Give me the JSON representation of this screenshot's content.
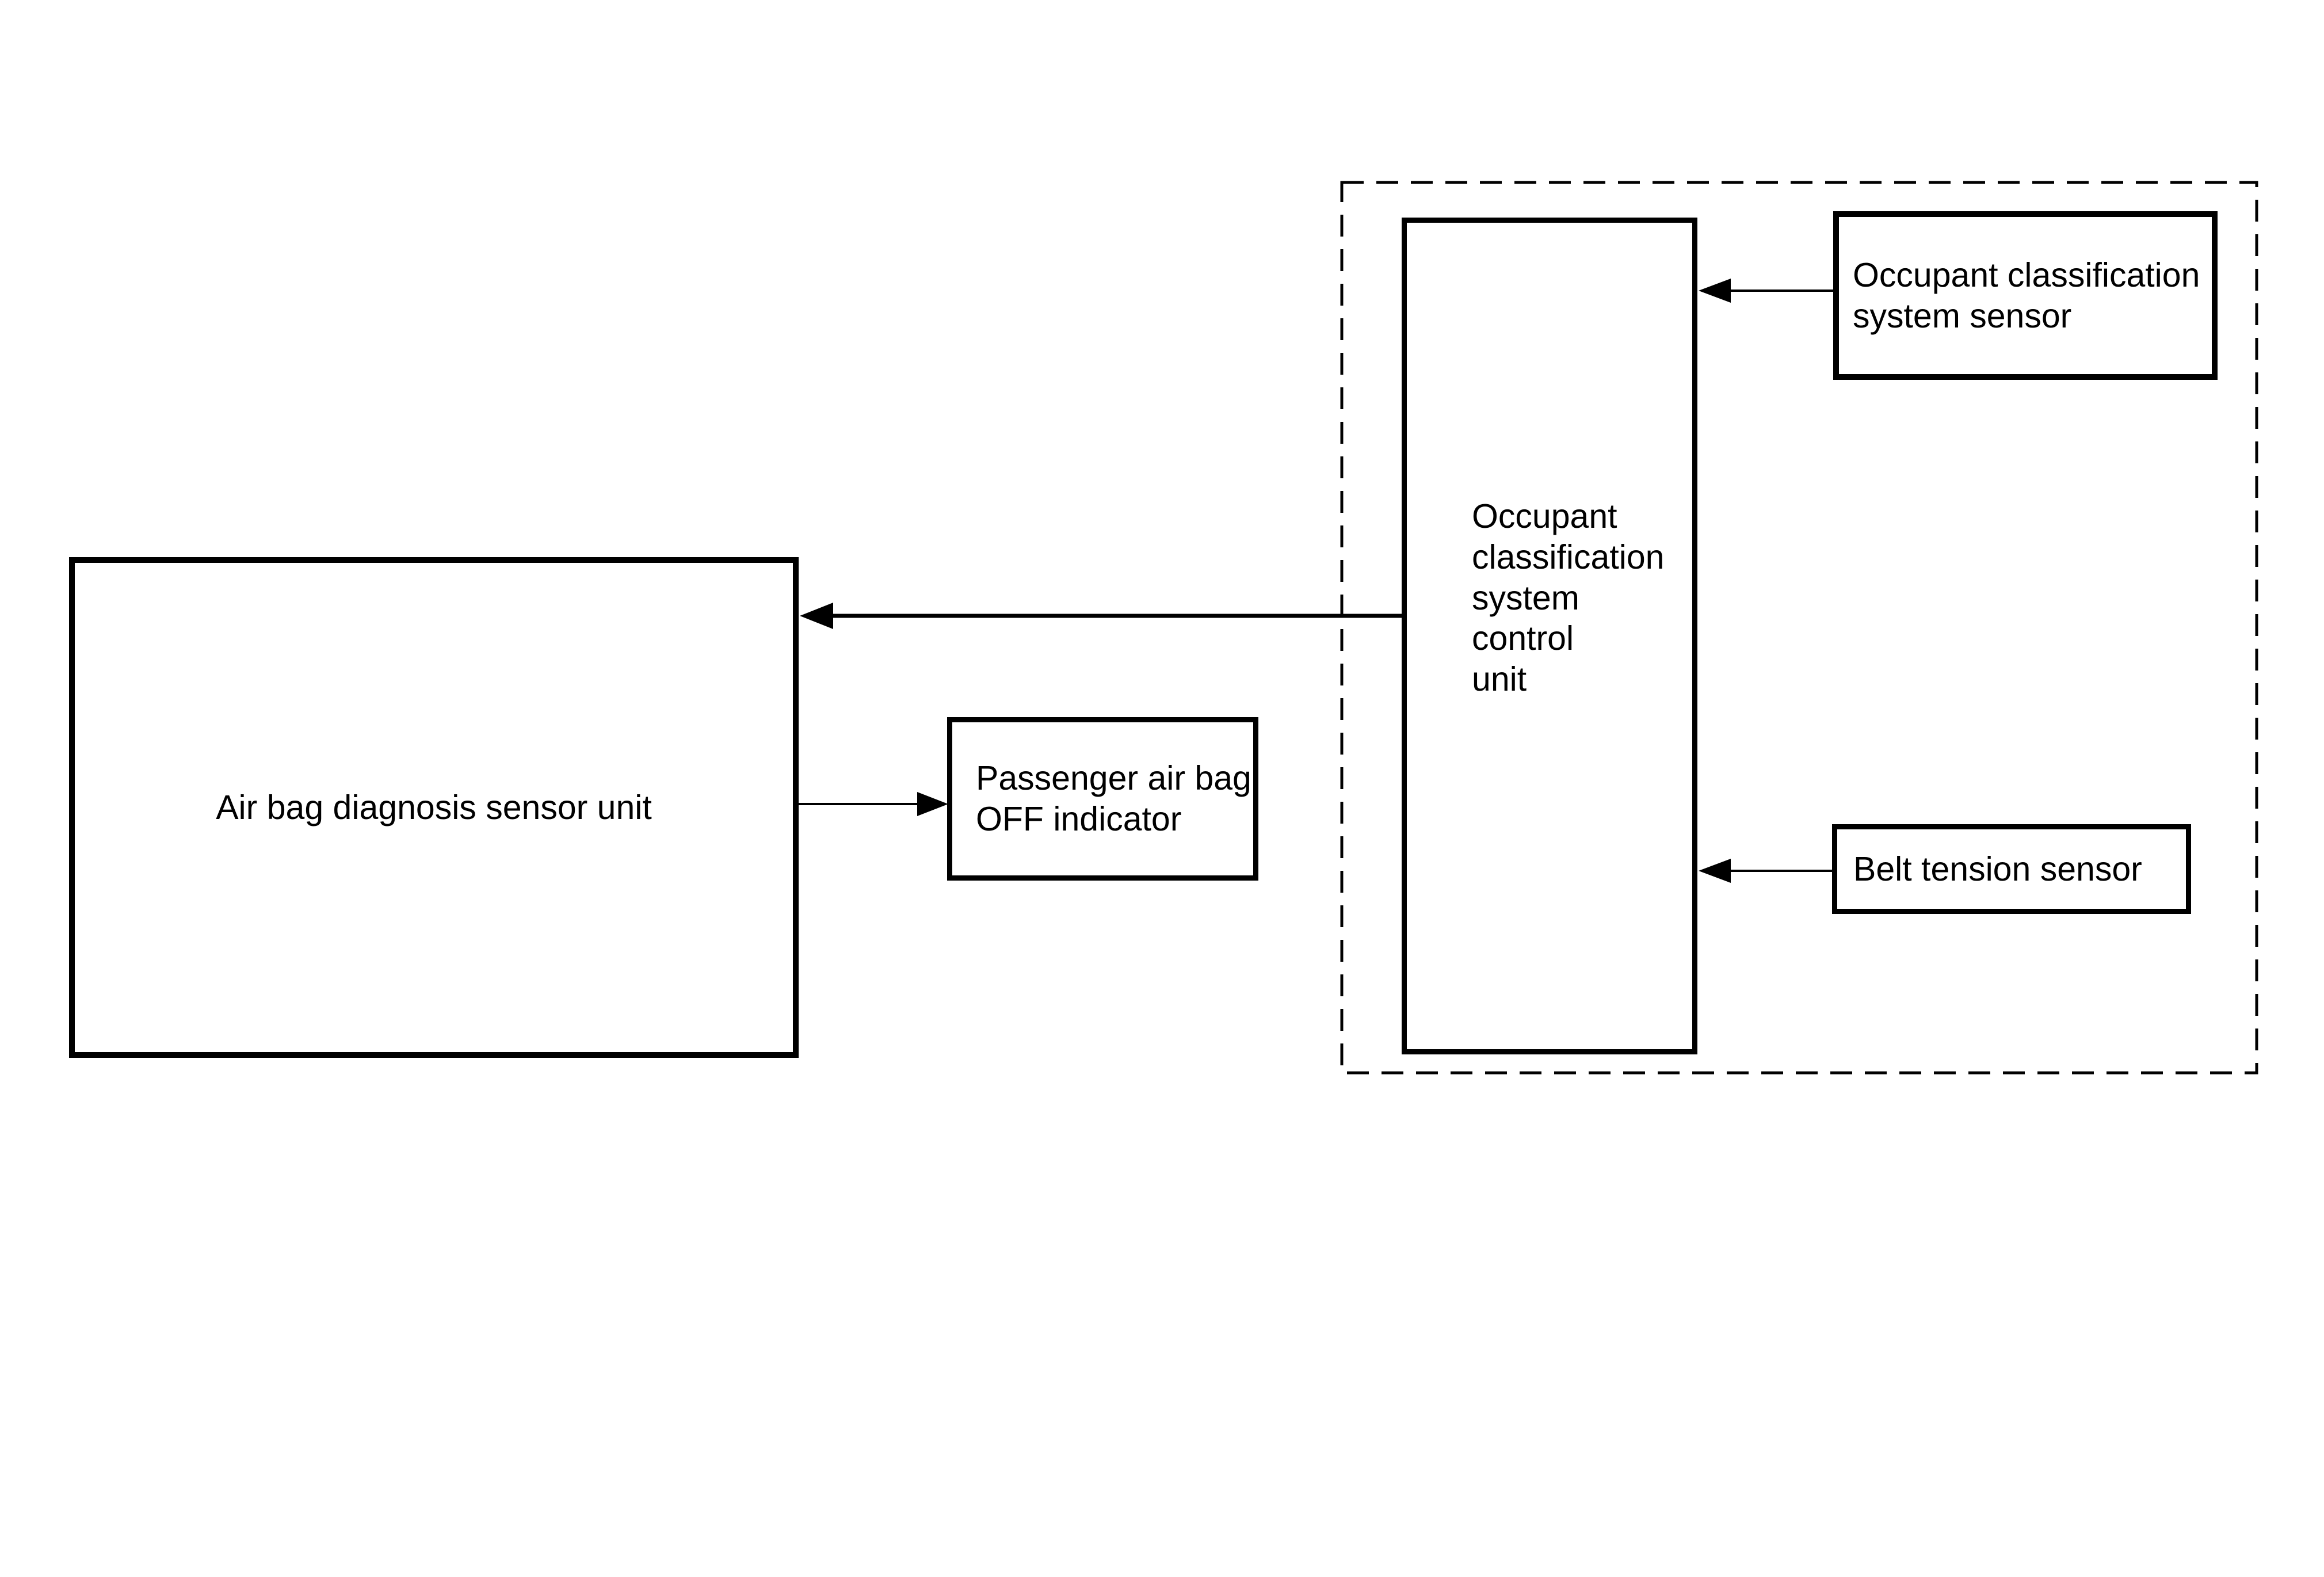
{
  "canvas": {
    "background": "#ffffff",
    "line_color": "#000000"
  },
  "boxes": {
    "airbag_unit": {
      "label": "Air bag diagnosis sensor unit"
    },
    "passenger_indicator": {
      "label": "Passenger air bag\nOFF indicator"
    },
    "ocs_control_unit": {
      "label": "Occupant\nclassification\nsystem\ncontrol\nunit"
    },
    "ocs_sensor": {
      "label": "Occupant classification\nsystem sensor"
    },
    "belt_sensor": {
      "label": "Belt tension sensor"
    }
  },
  "connections": [
    {
      "from": "Occupant classification system control unit",
      "to": "Air bag diagnosis sensor unit"
    },
    {
      "from": "Air bag diagnosis sensor unit",
      "to": "Passenger air bag OFF indicator"
    },
    {
      "from": "Occupant classification system sensor",
      "to": "Occupant classification system control unit"
    },
    {
      "from": "Belt tension sensor",
      "to": "Occupant classification system control unit"
    }
  ]
}
